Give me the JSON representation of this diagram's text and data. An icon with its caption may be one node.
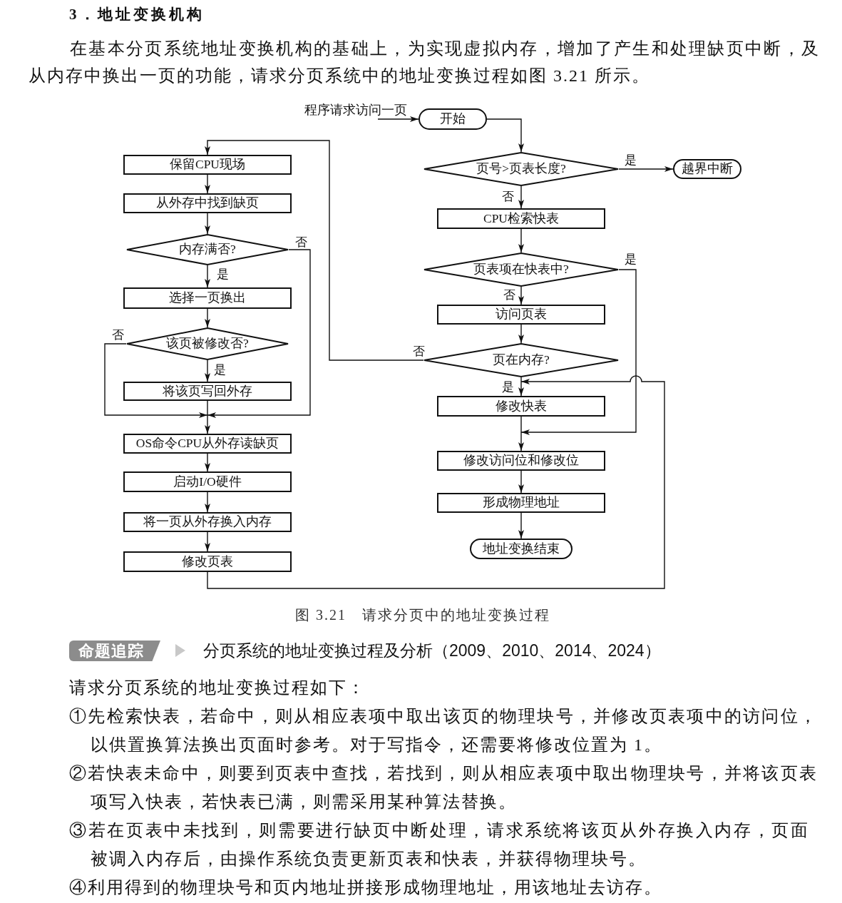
{
  "diagram": {
    "title": "3．地址变换机构",
    "caption": "图 3.21　请求分页中的地址变换过程",
    "nodes": [
      {
        "text": [
          "程序请求访问一页"
        ]
      },
      {
        "text": [
          "开始"
        ]
      },
      {
        "text": [
          "页号>页表长度?"
        ]
      },
      {
        "text": [
          "越界中断"
        ]
      },
      {
        "text": [
          "CPU检索快表"
        ]
      },
      {
        "text": [
          "页表项在快表中?"
        ]
      },
      {
        "text": [
          "访问页表"
        ]
      },
      {
        "text": [
          "页在内存?"
        ]
      },
      {
        "text": [
          "修改快表"
        ]
      },
      {
        "text": [
          "修改访问位和修改位"
        ]
      },
      {
        "text": [
          "形成物理地址"
        ]
      },
      {
        "text": [
          "地址变换结束"
        ]
      },
      {
        "text": [
          "保留CPU现场"
        ]
      },
      {
        "text": [
          "从外存中找到缺页"
        ]
      },
      {
        "text": [
          "内存满否?"
        ]
      },
      {
        "text": [
          "选择一页换出"
        ]
      },
      {
        "text": [
          "该页被修改否?"
        ]
      },
      {
        "text": [
          "将该页写回外存"
        ]
      },
      {
        "text": [
          "OS命令CPU从外存读缺页"
        ]
      },
      {
        "text": [
          "启动I/O硬件"
        ]
      },
      {
        "text": [
          "将一页从外存换入内存"
        ]
      },
      {
        "text": [
          "修改页表"
        ]
      }
    ],
    "edges": [
      {
        "from": 0,
        "to": 1,
        "arrow": "to"
      },
      {
        "from": 1,
        "to": 2,
        "arrow": "to"
      },
      {
        "from": 2,
        "to": 3,
        "arrow": "to",
        "label": "是"
      },
      {
        "from": 2,
        "to": 4,
        "arrow": "to",
        "label": "否"
      },
      {
        "from": 4,
        "to": 5,
        "arrow": "to"
      },
      {
        "from": 5,
        "to": 6,
        "arrow": "to",
        "label": "否"
      },
      {
        "from": 5,
        "to": 9,
        "arrow": "to",
        "label": "是"
      },
      {
        "from": 6,
        "to": 7,
        "arrow": "to"
      },
      {
        "from": 7,
        "to": 8,
        "arrow": "to",
        "label": "是"
      },
      {
        "from": 7,
        "to": 12,
        "arrow": "to",
        "label": "否"
      },
      {
        "from": 8,
        "to": 9,
        "arrow": "to"
      },
      {
        "from": 9,
        "to": 10,
        "arrow": "to"
      },
      {
        "from": 10,
        "to": 11,
        "arrow": "to"
      },
      {
        "from": 12,
        "to": 13,
        "arrow": "to"
      },
      {
        "from": 13,
        "to": 14,
        "arrow": "to"
      },
      {
        "from": 14,
        "to": 15,
        "arrow": "to",
        "label": "是"
      },
      {
        "from": 14,
        "to": 18,
        "arrow": "to",
        "label": "否"
      },
      {
        "from": 15,
        "to": 16,
        "arrow": "to"
      },
      {
        "from": 16,
        "to": 17,
        "arrow": "to",
        "label": "是"
      },
      {
        "from": 16,
        "to": 18,
        "arrow": "to",
        "label": "否"
      },
      {
        "from": 17,
        "to": 18,
        "arrow": "to"
      },
      {
        "from": 18,
        "to": 19,
        "arrow": "to"
      },
      {
        "from": 19,
        "to": 20,
        "arrow": "to"
      },
      {
        "from": 20,
        "to": 21,
        "arrow": "to"
      },
      {
        "from": 21,
        "to": 8,
        "arrow": "to"
      }
    ],
    "labels": [
      "在基本分页系统地址变换机构的基础上，为实现虚拟内存，增加了产生和处理缺页中断，及从内存中换出一页的功能，请求分页系统中的地址变换过程如图 3.21 所示。",
      "命题追踪",
      "分页系统的地址变换过程及分析（2009、2010、2014、2024）",
      "请求分页系统的地址变换过程如下：",
      "①先检索快表，若命中，则从相应表项中取出该页的物理块号，并修改页表项中的访问位，以供置换算法换出页面时参考。对于写指令，还需要将修改位置为 1。",
      "②若快表未命中，则要到页表中查找，若找到，则从相应表项中取出物理块号，并将该页表项写入快表，若快表已满，则需采用某种算法替换。",
      "③若在页表中未找到，则需要进行缺页中断处理，请求系统将该页从外存换入内存，页面被调入内存后，由操作系统负责更新页表和快表，并获得物理块号。",
      "④利用得到的物理块号和页内地址拼接形成物理地址，用该地址去访存。"
    ]
  }
}
